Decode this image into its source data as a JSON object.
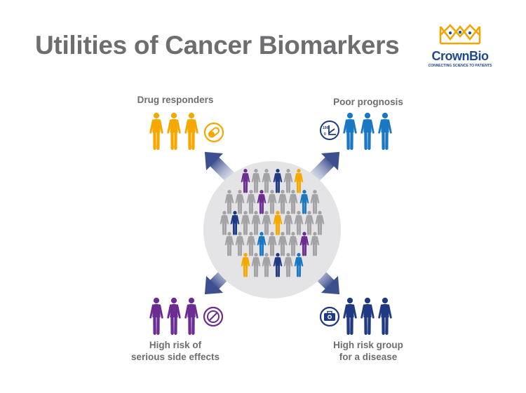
{
  "title": "Utilities of Cancer Biomarkers",
  "logo": {
    "name": "CrownBio",
    "tagline": "CONNECTING SCIENCE TO PATIENTS"
  },
  "colors": {
    "orange": "#f5a800",
    "blue": "#1a78c2",
    "navy": "#1f3a80",
    "purple": "#6b2d91",
    "gray": "#a3a3a5",
    "title": "#6d6e70",
    "arrow": "#3d4f8f"
  },
  "groups": [
    {
      "label": "Drug responders",
      "color": "orange",
      "icon": "pill-icon"
    },
    {
      "label": "Poor prognosis",
      "color": "blue",
      "icon": "survival-chart-icon",
      "icon_text_top": "100",
      "icon_text_bottom": "0"
    },
    {
      "label_line1": "High risk of",
      "label_line2": "serious side effects",
      "color": "purple",
      "icon": "prohibited-icon"
    },
    {
      "label_line1": "High risk group",
      "label_line2": "for a disease",
      "color": "navy",
      "icon": "medical-kit-icon"
    }
  ],
  "population_rows": [
    [
      "purple",
      "gray",
      "gray",
      "navy",
      "gray",
      "orange"
    ],
    [
      "gray",
      "gray",
      "gray",
      "purple",
      "gray",
      "gray",
      "gray",
      "blue",
      "gray"
    ],
    [
      "gray",
      "navy",
      "gray",
      "gray",
      "gray",
      "orange",
      "gray",
      "gray",
      "gray",
      "gray"
    ],
    [
      "gray",
      "gray",
      "gray",
      "blue",
      "gray",
      "gray",
      "gray",
      "purple",
      "gray"
    ],
    [
      "orange",
      "gray",
      "gray",
      "navy",
      "gray",
      "blue"
    ]
  ]
}
